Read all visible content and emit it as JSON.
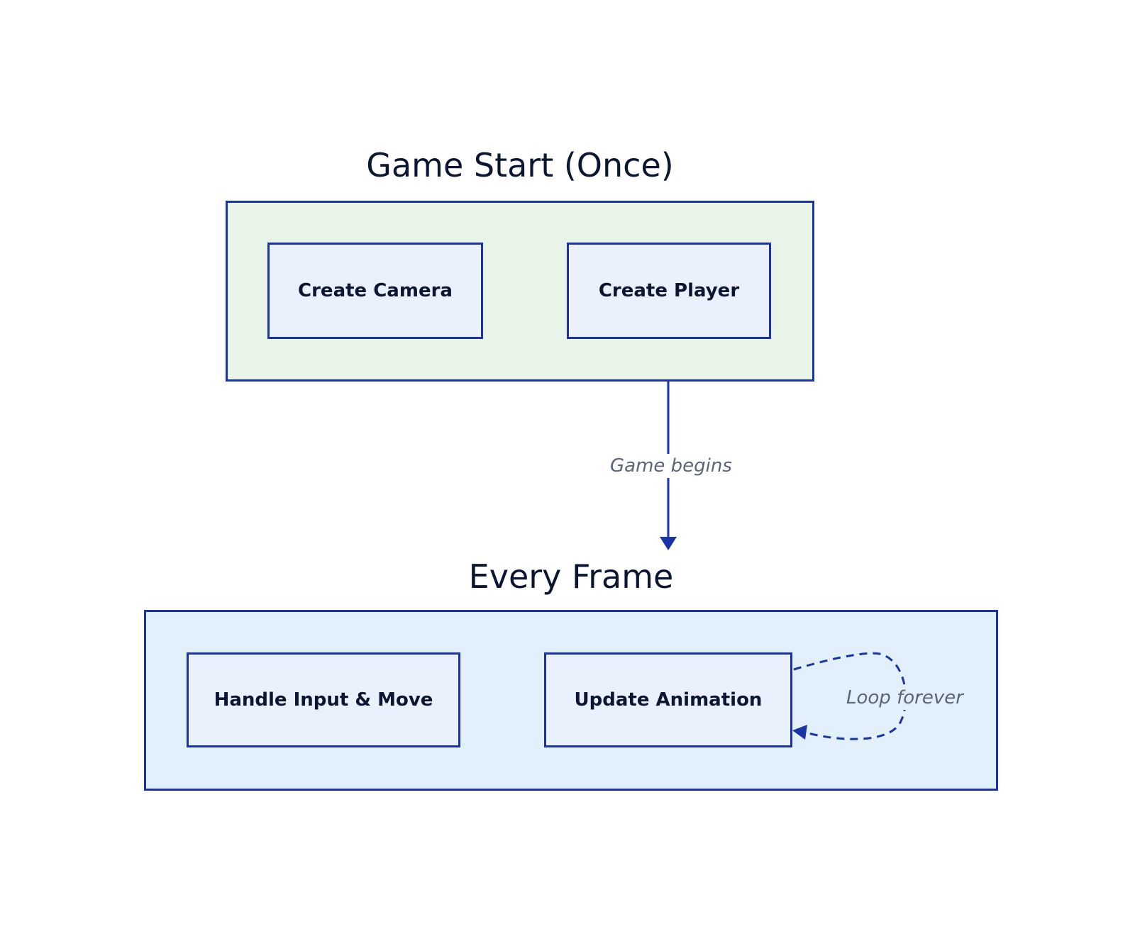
{
  "colors": {
    "border": "#1a34a8",
    "cluster_start_fill": "#e8f4e8",
    "cluster_frame_fill": "#e2f0fb",
    "node_fill": "#eaf0fc",
    "title_text": "#0b1633",
    "edge_label_text": "#5c6478"
  },
  "clusters": {
    "start": {
      "title": "Game Start (Once)",
      "nodes": {
        "camera": "Create Camera",
        "player": "Create Player"
      }
    },
    "frame": {
      "title": "Every Frame",
      "nodes": {
        "input": "Handle Input & Move",
        "animation": "Update Animation"
      }
    }
  },
  "edges": {
    "start_to_frame": {
      "label": "Game begins",
      "style": "solid"
    },
    "animation_loop": {
      "label": "Loop forever",
      "style": "dashed"
    }
  }
}
